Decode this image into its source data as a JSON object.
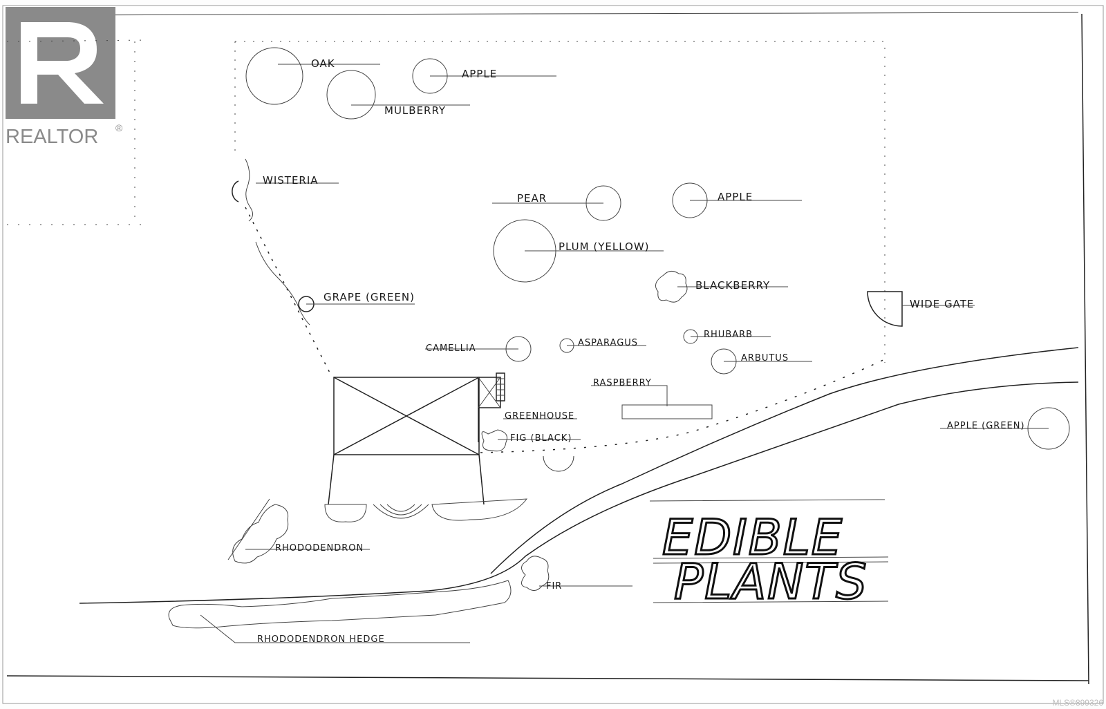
{
  "logo": {
    "mark": "R",
    "text": "REALTOR",
    "registered": "®"
  },
  "watermark": "MLS®899326",
  "title": {
    "line1": "EDIBLE",
    "line2": "PLANTS"
  },
  "labels": {
    "oak": "OAK",
    "apple_top": "APPLE",
    "mulberry": "MULBERRY",
    "wisteria": "WISTERIA",
    "pear": "PEAR",
    "apple_mid": "APPLE",
    "plum": "PLUM (YELLOW)",
    "blackberry": "BLACKBERRY",
    "grape": "GRAPE (GREEN)",
    "wide_gate": "WIDE GATE",
    "camellia": "CAMELLIA",
    "asparagus": "ASPARAGUS",
    "rhubarb": "RHUBARB",
    "arbutus": "ARBUTUS",
    "raspberry": "RASPBERRY",
    "greenhouse": "GREENHOUSE",
    "fig": "FIG (BLACK)",
    "apple_green": "APPLE (GREEN)",
    "rhododendron": "RHODODENDRON",
    "fir": "FIR",
    "rhododendron_hedge": "RHODODENDRON HEDGE"
  }
}
